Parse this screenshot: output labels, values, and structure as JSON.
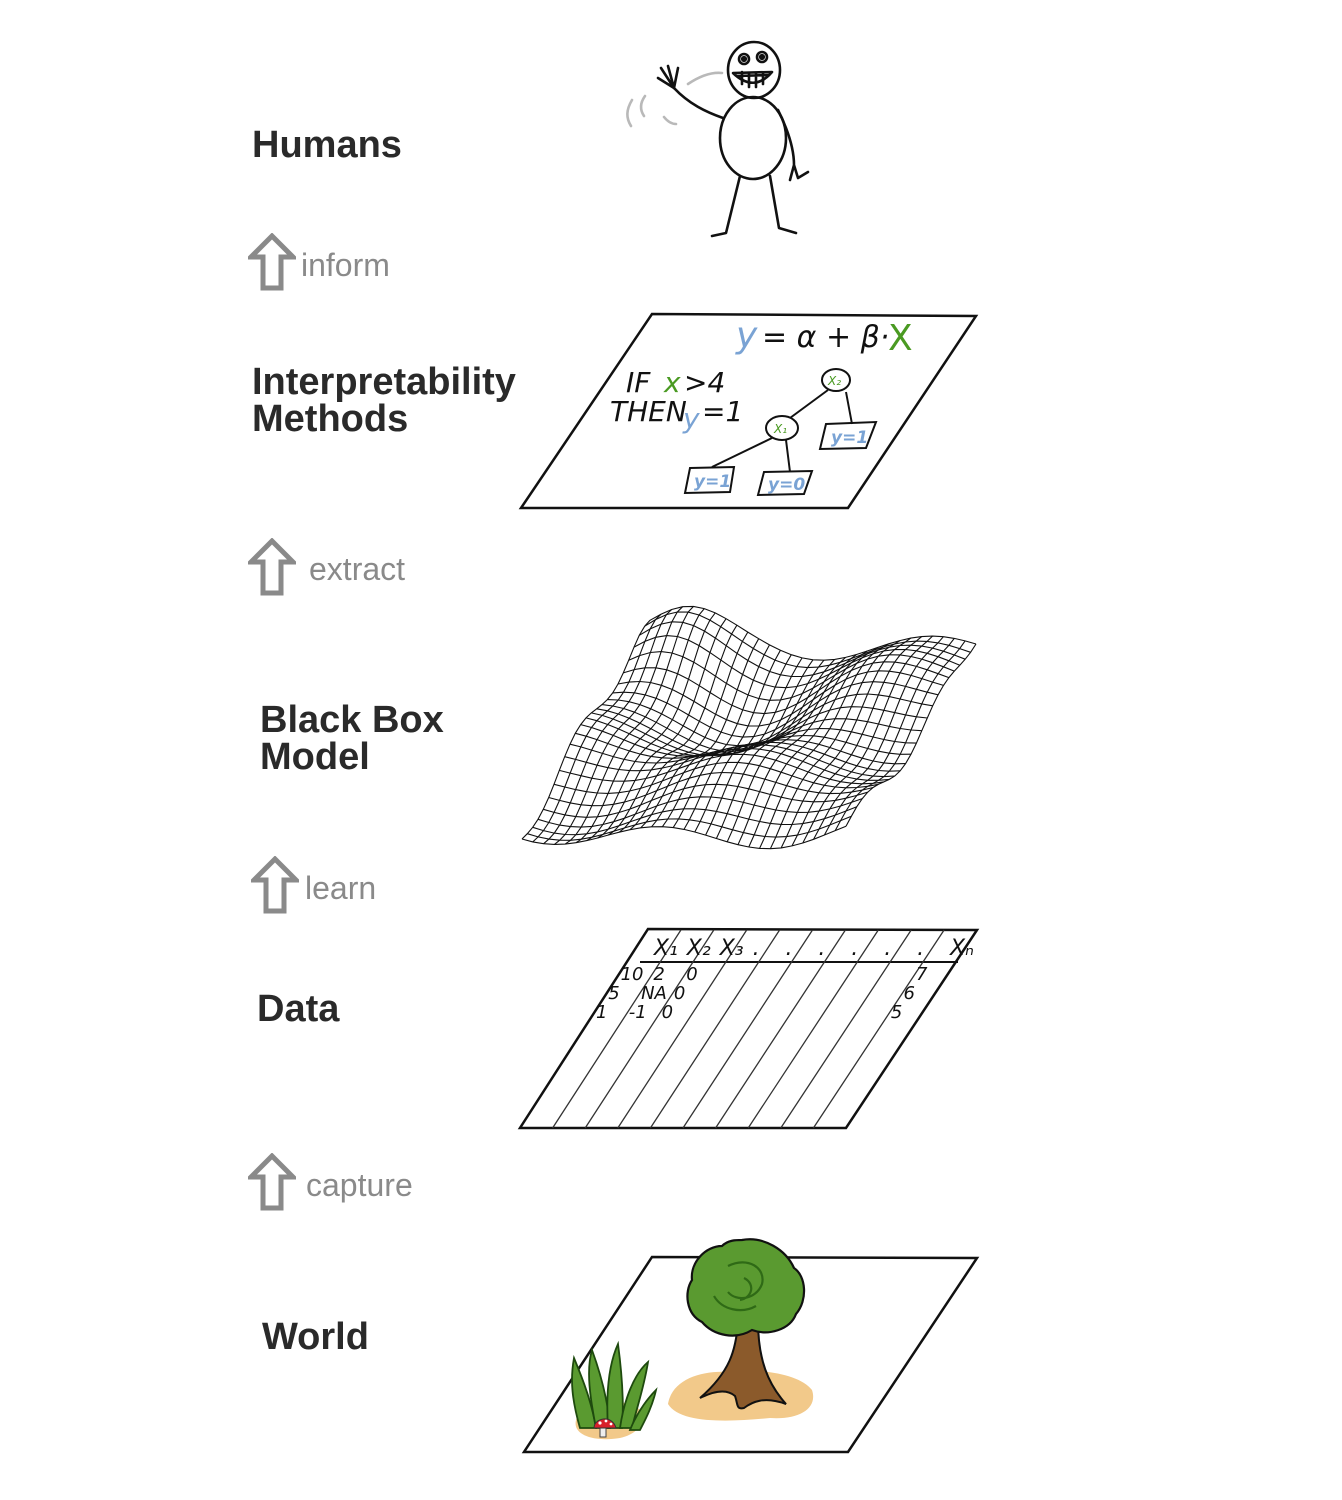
{
  "layers": [
    {
      "label": "Humans"
    },
    {
      "label": "Interpretability\nMethods"
    },
    {
      "label": "Black Box\nModel"
    },
    {
      "label": "Data"
    },
    {
      "label": "World"
    }
  ],
  "transitions": [
    {
      "verb": "inform"
    },
    {
      "verb": "extract"
    },
    {
      "verb": "learn"
    },
    {
      "verb": "capture"
    }
  ],
  "methods_panel": {
    "eq_y": "y",
    "eq_mid": "= α + β·",
    "eq_x": "X",
    "rule_if": "IF",
    "rule_x": "x",
    "rule_cond": ">4",
    "rule_then": "THEN",
    "rule_y": "y",
    "rule_val": "=1",
    "node_top": "X₂",
    "node_mid": "X₁",
    "leaf_a": "y=1",
    "leaf_b": "y=1",
    "leaf_c": "y=0"
  },
  "data_table": {
    "headers": [
      "X₁",
      "X₂",
      "X₃",
      ".",
      ".",
      ".",
      ".",
      ".",
      ".",
      "Xₙ"
    ],
    "col1": [
      "10",
      "5",
      "1"
    ],
    "col2": [
      "2",
      "NA",
      "-1"
    ],
    "col3": [
      "0",
      "0",
      "0"
    ],
    "lastcol": [
      "7",
      "6",
      "5"
    ]
  },
  "colors": {
    "blue": "#7aa3d4",
    "green": "#4a9a22",
    "tree_green": "#5a9a30",
    "trunk": "#8b5a2b",
    "sand": "#f2c98a",
    "arrow": "#8a8a8a",
    "mushroom": "#d8202a"
  }
}
